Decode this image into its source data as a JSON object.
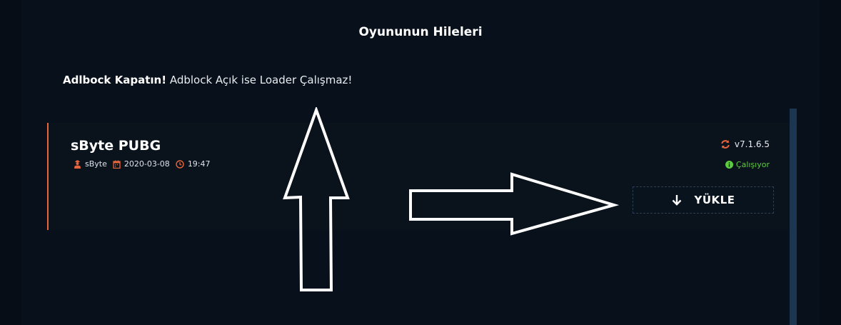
{
  "page": {
    "title": "Oyununun Hileleri"
  },
  "notice": {
    "bold": "Adlbock Kapatın!",
    "text": " Adblock Açık ise Loader Çalışmaz!"
  },
  "card": {
    "title": "sByte PUBG",
    "author": "sByte",
    "date": "2020-03-08",
    "time": "19:47",
    "version": "v7.1.6.5",
    "status": "Çalışıyor",
    "download_label": "YÜKLE"
  },
  "icons": {
    "author": "user-secret-icon",
    "date": "calendar-icon",
    "time": "clock-icon",
    "version": "sync-icon",
    "status": "info-circle-icon",
    "download": "arrow-down-icon"
  },
  "colors": {
    "background": "#060d16",
    "accent": "#e8643a",
    "status_ok": "#5ccc3e",
    "scrollbar": "#1c3550"
  }
}
